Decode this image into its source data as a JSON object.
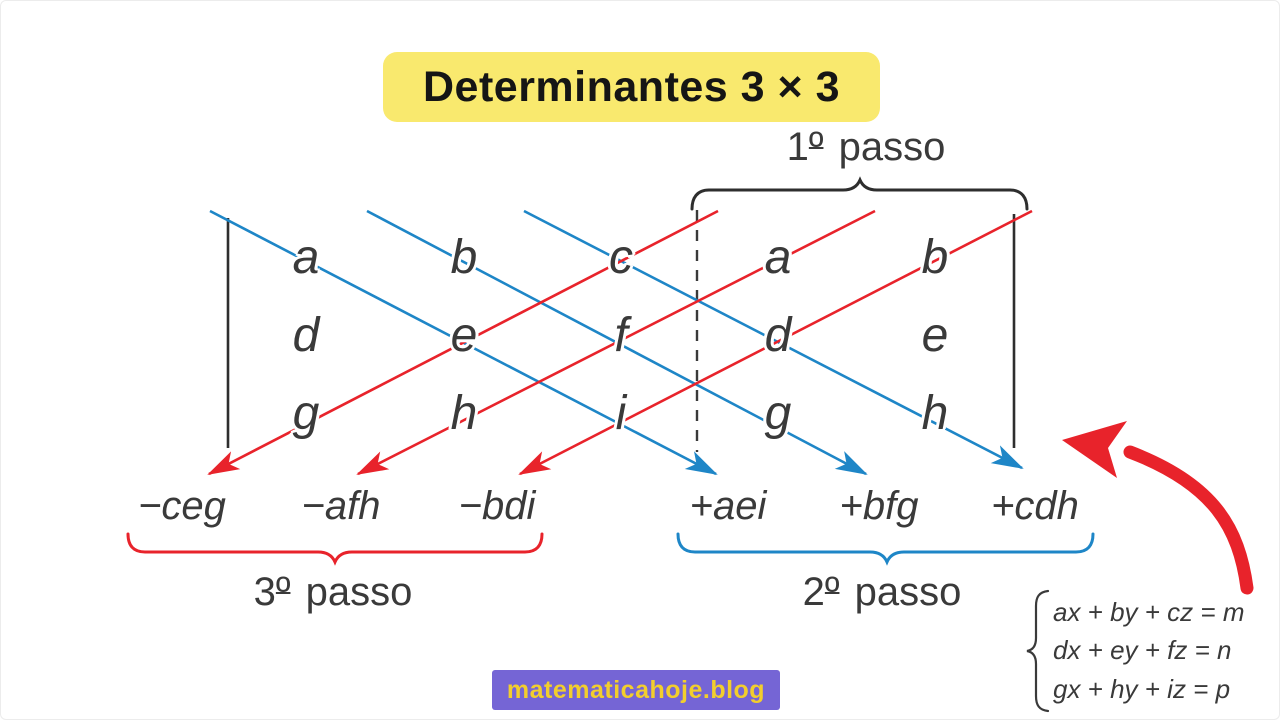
{
  "title": "Determinantes 3 × 3",
  "labels": {
    "step1": {
      "num": "1",
      "ord": "º",
      "word": "passo"
    },
    "step2": {
      "num": "2",
      "ord": "º",
      "word": "passo"
    },
    "step3": {
      "num": "3",
      "ord": "º",
      "word": "passo"
    }
  },
  "matrix": {
    "row1": [
      "a",
      "b",
      "c",
      "a",
      "b"
    ],
    "row2": [
      "d",
      "e",
      "f",
      "d",
      "e"
    ],
    "row3": [
      "g",
      "h",
      "i",
      "g",
      "h"
    ]
  },
  "terms": {
    "negative": [
      "−ceg",
      "−afh",
      "−bdi"
    ],
    "positive": [
      "+aei",
      "+bfg",
      "+cdh"
    ]
  },
  "equations": [
    "ax + by + cz = m",
    "dx + ey + fz = n",
    "gx + hy + iz  = p"
  ],
  "watermark": "matematicahoje.blog",
  "colors": {
    "diagonal_red": "#E8232B",
    "diagonal_blue": "#1E86C7",
    "highlight_yellow": "#F9E96E",
    "watermark_purple": "#7565D5",
    "watermark_yellow": "#F2CE2D",
    "text_dark": "#3a3a3a"
  }
}
